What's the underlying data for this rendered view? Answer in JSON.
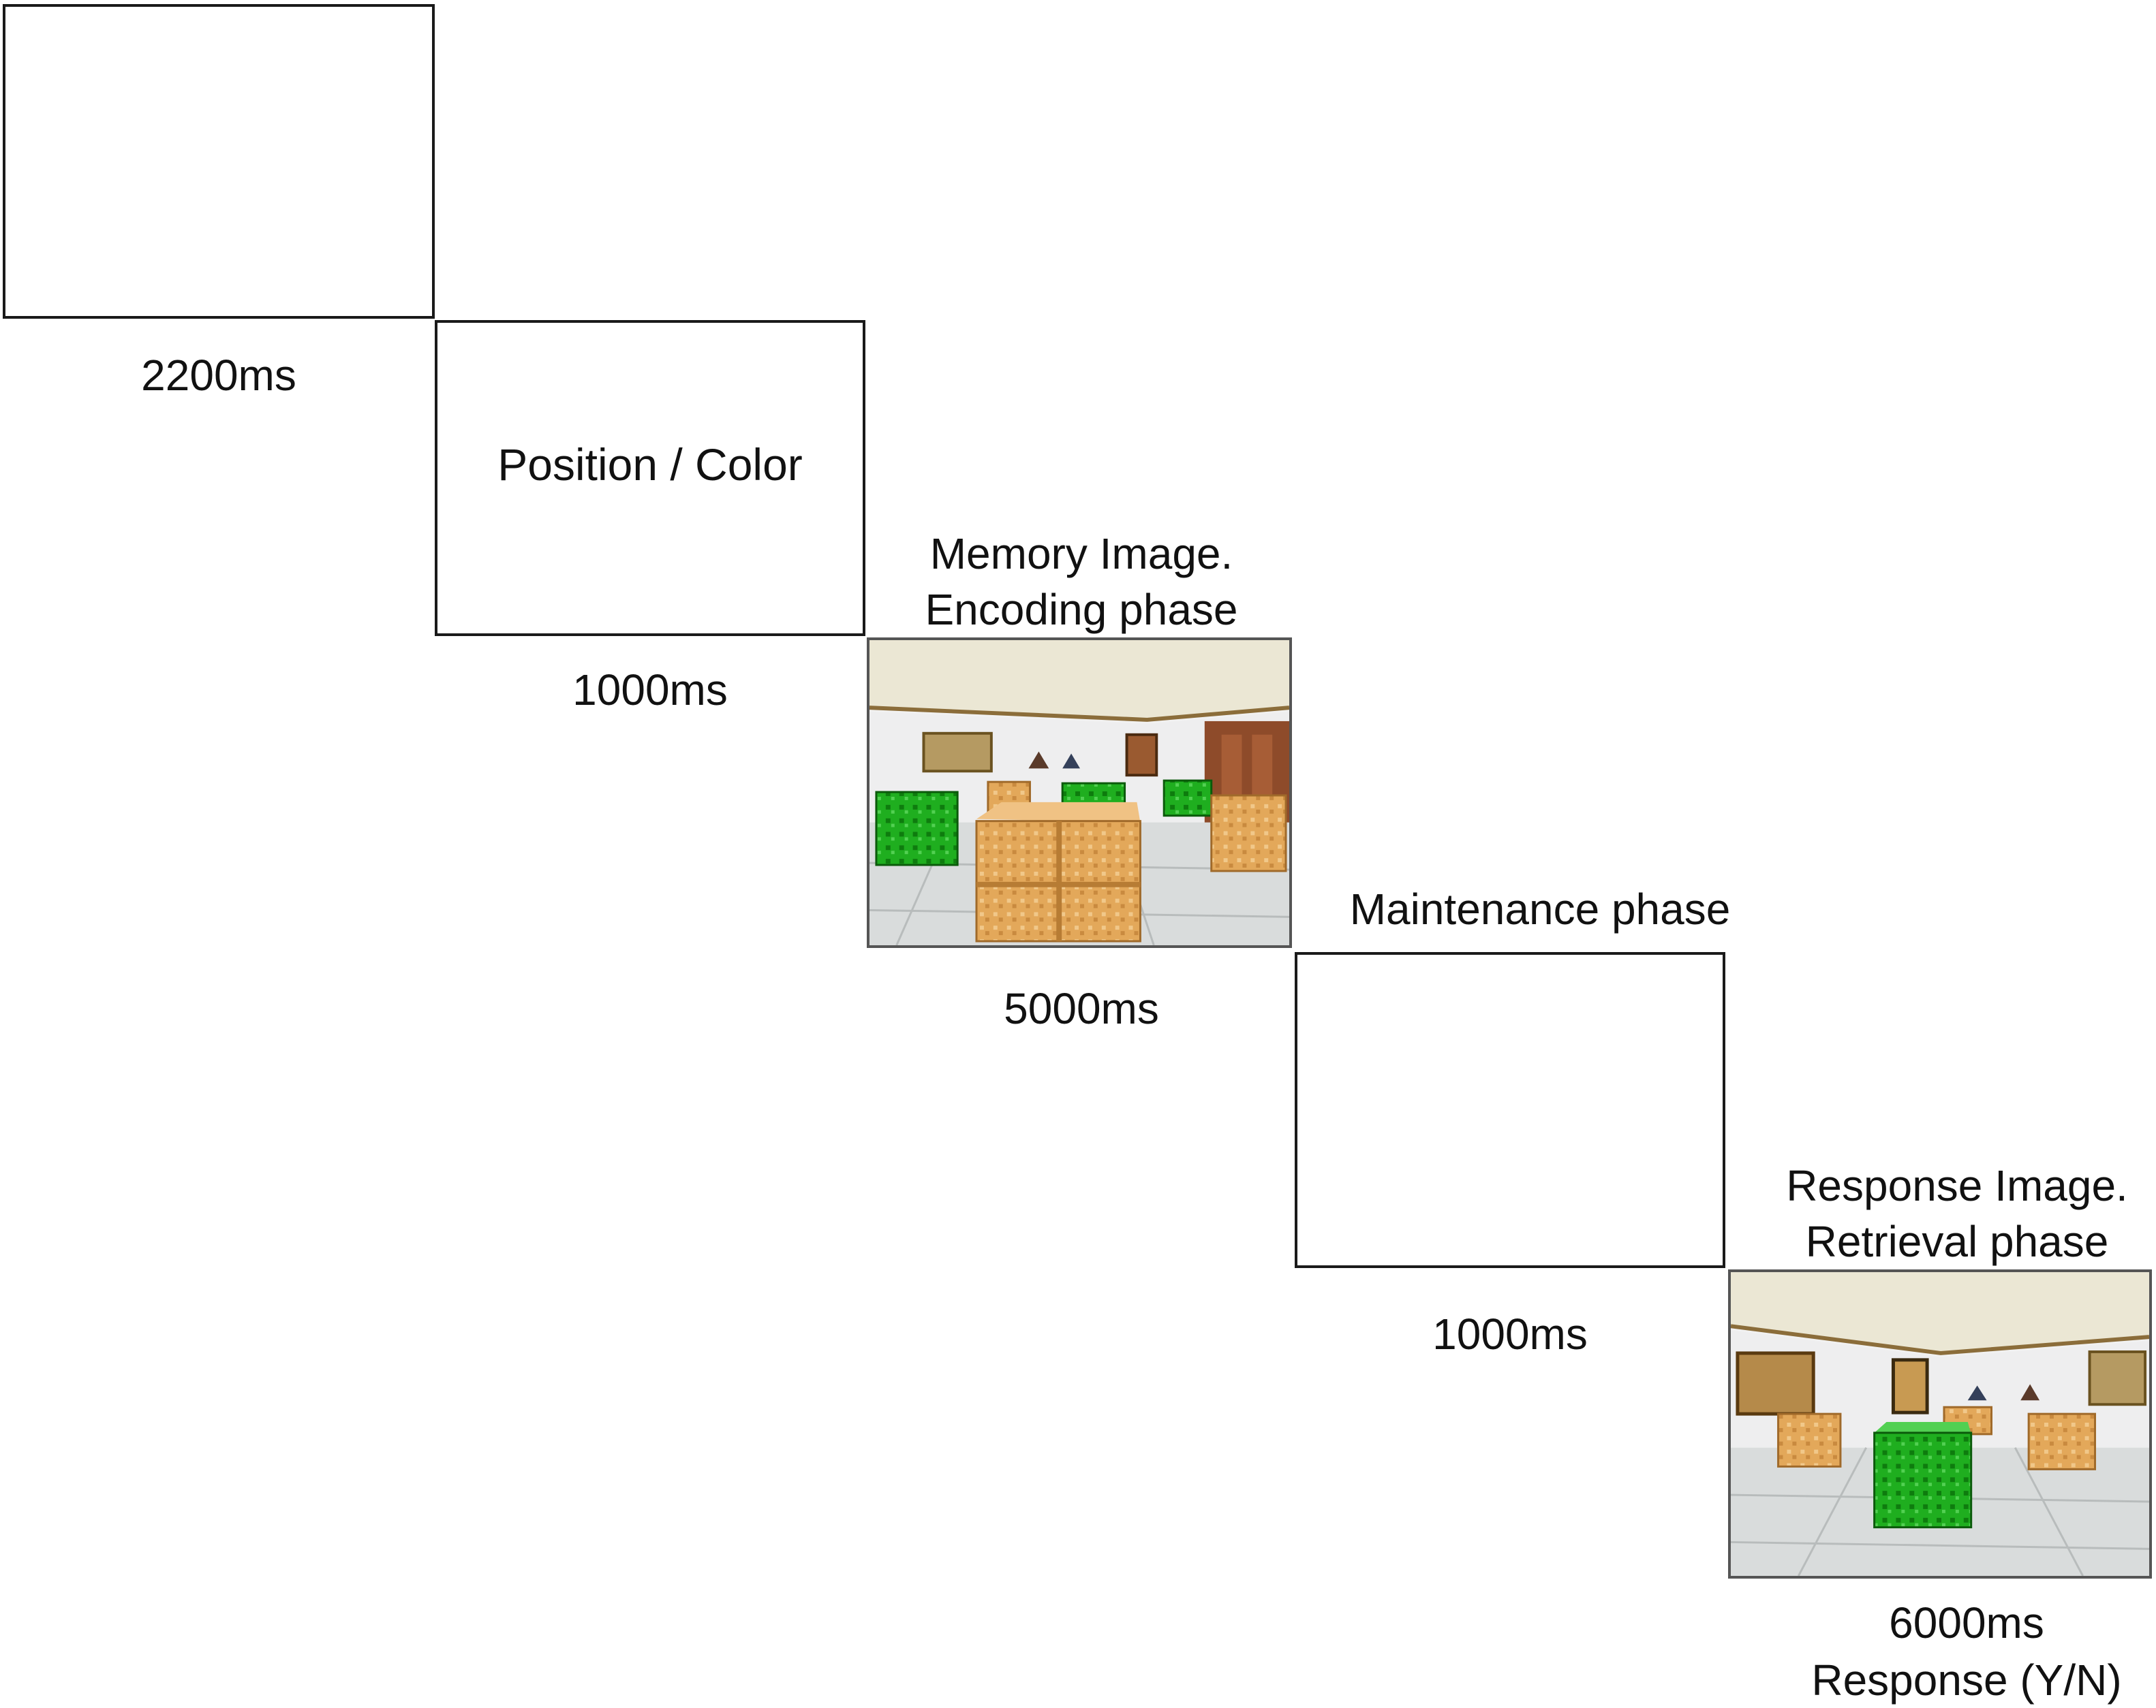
{
  "trial": {
    "fixation": {
      "duration": "2200ms"
    },
    "cue": {
      "text": "Position / Color",
      "duration": "1000ms"
    },
    "memory": {
      "title": [
        "Memory Image.",
        "Encoding phase"
      ],
      "duration": "5000ms"
    },
    "maintenance": {
      "title": "Maintenance phase",
      "duration": "1000ms"
    },
    "response": {
      "title": [
        "Response Image.",
        "Retrieval phase"
      ],
      "duration": "6000ms",
      "response": "Response (Y/N)"
    }
  },
  "colors": {
    "green_cube": "#1fae1f",
    "box_tan": "#e3a85a",
    "ceiling": "#ebe7d4",
    "floor": "#d9dcdc",
    "frame_border": "#1a1a1a"
  }
}
